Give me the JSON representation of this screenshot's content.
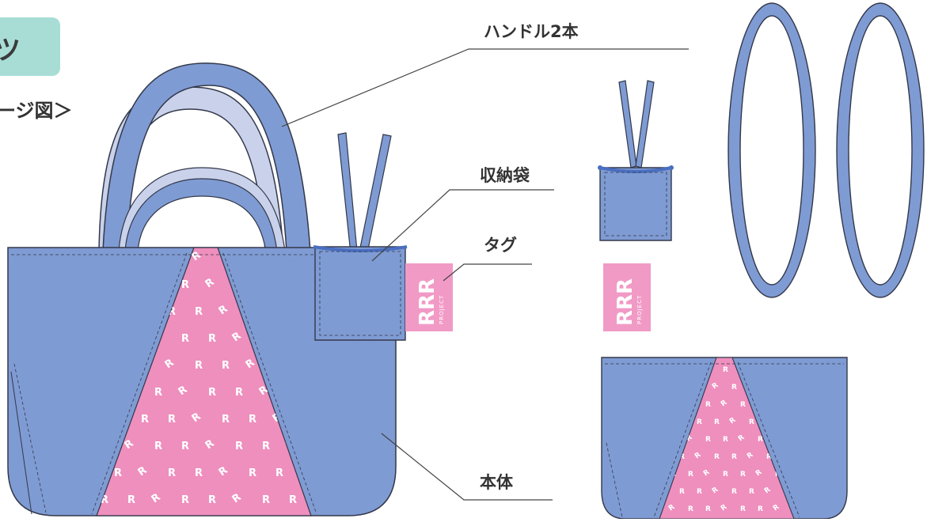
{
  "header": {
    "badge_text": "ツ",
    "subtitle": "ージ図＞"
  },
  "labels": {
    "handles": "ハンドル2本",
    "pouch": "収納袋",
    "tag": "タグ",
    "body": "本体"
  },
  "tag": {
    "logo_text": "RRR",
    "sub_text": "PROJECT"
  },
  "pattern_mark": "R",
  "colors": {
    "bag_blue": "#7f9bd3",
    "bag_blue_light": "#c9d2ea",
    "pink": "#ee8fbd",
    "tag_pink": "#f19ac6",
    "badge_teal": "#a8ddd6",
    "outline": "#33384a",
    "leader_line": "#444444"
  }
}
